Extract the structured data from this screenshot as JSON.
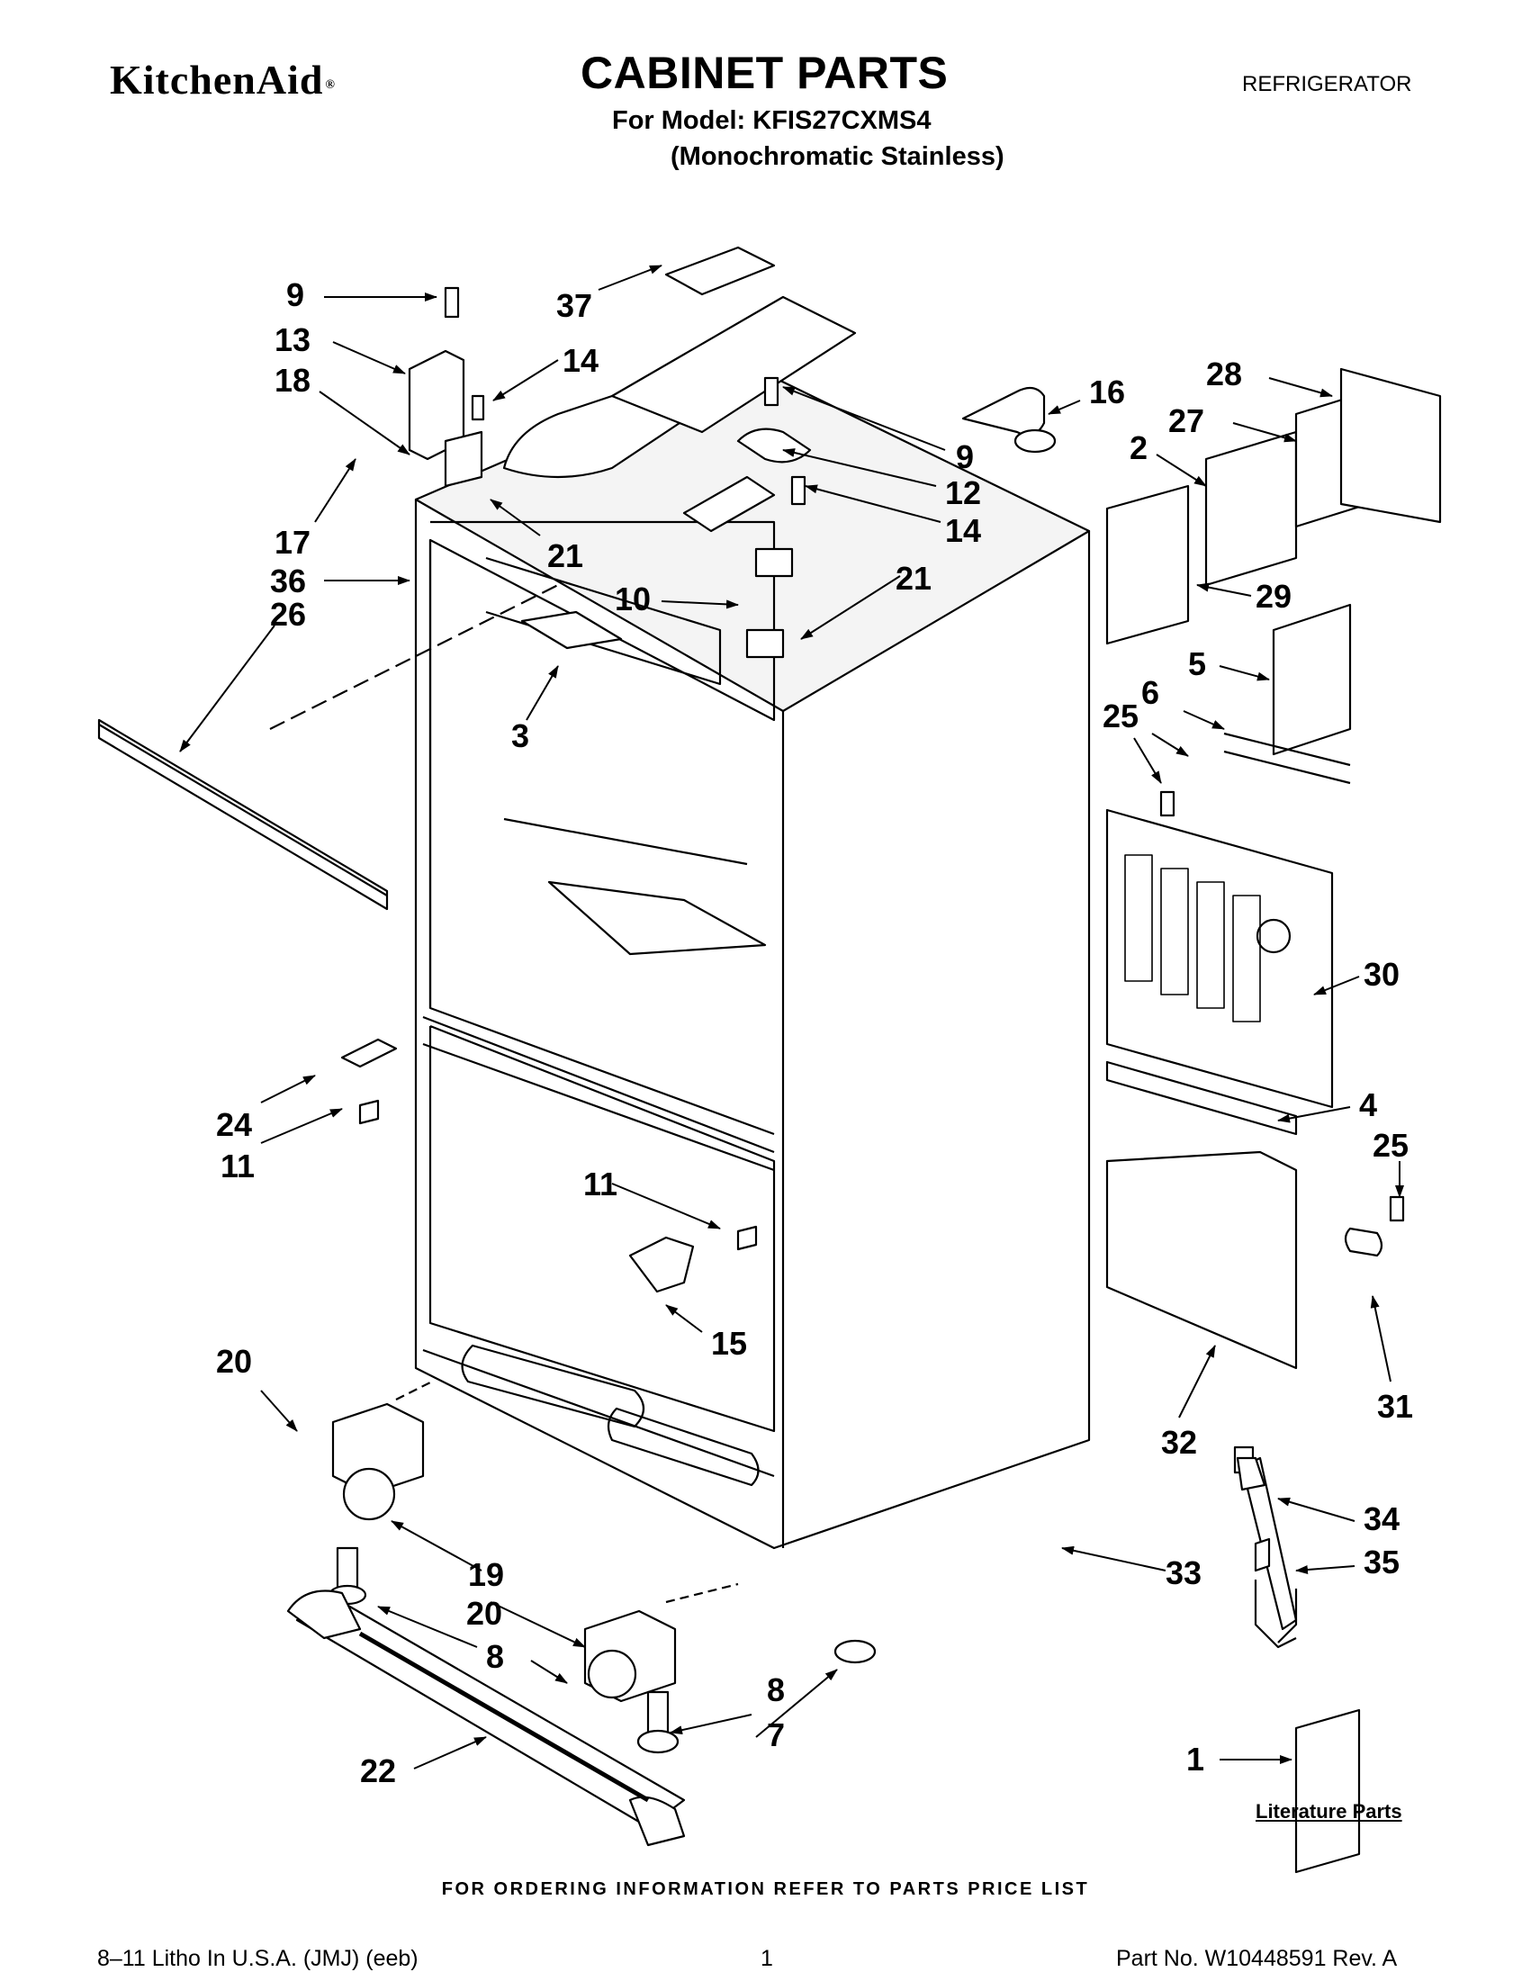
{
  "header": {
    "brand": "KitchenAid",
    "brand_mark": "®",
    "title": "CABINET PARTS",
    "category": "REFRIGERATOR",
    "model_line": "For Model: KFIS27CXMS4",
    "variant_line": "(Monochromatic Stainless)"
  },
  "callouts": [
    {
      "id": "c9a",
      "label": "9"
    },
    {
      "id": "c37",
      "label": "37"
    },
    {
      "id": "c13",
      "label": "13"
    },
    {
      "id": "c14a",
      "label": "14"
    },
    {
      "id": "c18",
      "label": "18"
    },
    {
      "id": "c16",
      "label": "16"
    },
    {
      "id": "c28",
      "label": "28"
    },
    {
      "id": "c27",
      "label": "27"
    },
    {
      "id": "c2",
      "label": "2"
    },
    {
      "id": "c9b",
      "label": "9"
    },
    {
      "id": "c12",
      "label": "12"
    },
    {
      "id": "c14b",
      "label": "14"
    },
    {
      "id": "c17",
      "label": "17"
    },
    {
      "id": "c21a",
      "label": "21"
    },
    {
      "id": "c36",
      "label": "36"
    },
    {
      "id": "c10",
      "label": "10"
    },
    {
      "id": "c21b",
      "label": "21"
    },
    {
      "id": "c29",
      "label": "29"
    },
    {
      "id": "c26",
      "label": "26"
    },
    {
      "id": "c5",
      "label": "5"
    },
    {
      "id": "c3",
      "label": "3"
    },
    {
      "id": "c25a",
      "label": "25"
    },
    {
      "id": "c6",
      "label": "6"
    },
    {
      "id": "c30",
      "label": "30"
    },
    {
      "id": "c24",
      "label": "24"
    },
    {
      "id": "c4",
      "label": "4"
    },
    {
      "id": "c11a",
      "label": "11"
    },
    {
      "id": "c25b",
      "label": "25"
    },
    {
      "id": "c11b",
      "label": "11"
    },
    {
      "id": "c15",
      "label": "15"
    },
    {
      "id": "c20a",
      "label": "20"
    },
    {
      "id": "c31",
      "label": "31"
    },
    {
      "id": "c32",
      "label": "32"
    },
    {
      "id": "c34",
      "label": "34"
    },
    {
      "id": "c35",
      "label": "35"
    },
    {
      "id": "c19",
      "label": "19"
    },
    {
      "id": "c33",
      "label": "33"
    },
    {
      "id": "c20b",
      "label": "20"
    },
    {
      "id": "c8a",
      "label": "8"
    },
    {
      "id": "c8b",
      "label": "8"
    },
    {
      "id": "c7",
      "label": "7"
    },
    {
      "id": "c1",
      "label": "1"
    },
    {
      "id": "c22",
      "label": "22"
    }
  ],
  "literature_label": "Literature Parts",
  "footer": {
    "ordering_note": "FOR ORDERING INFORMATION REFER TO PARTS PRICE LIST",
    "litho": "8–11 Litho In U.S.A. (JMJ) (eeb)",
    "page_number": "1",
    "part_number": "Part No. W10448591 Rev. A"
  }
}
